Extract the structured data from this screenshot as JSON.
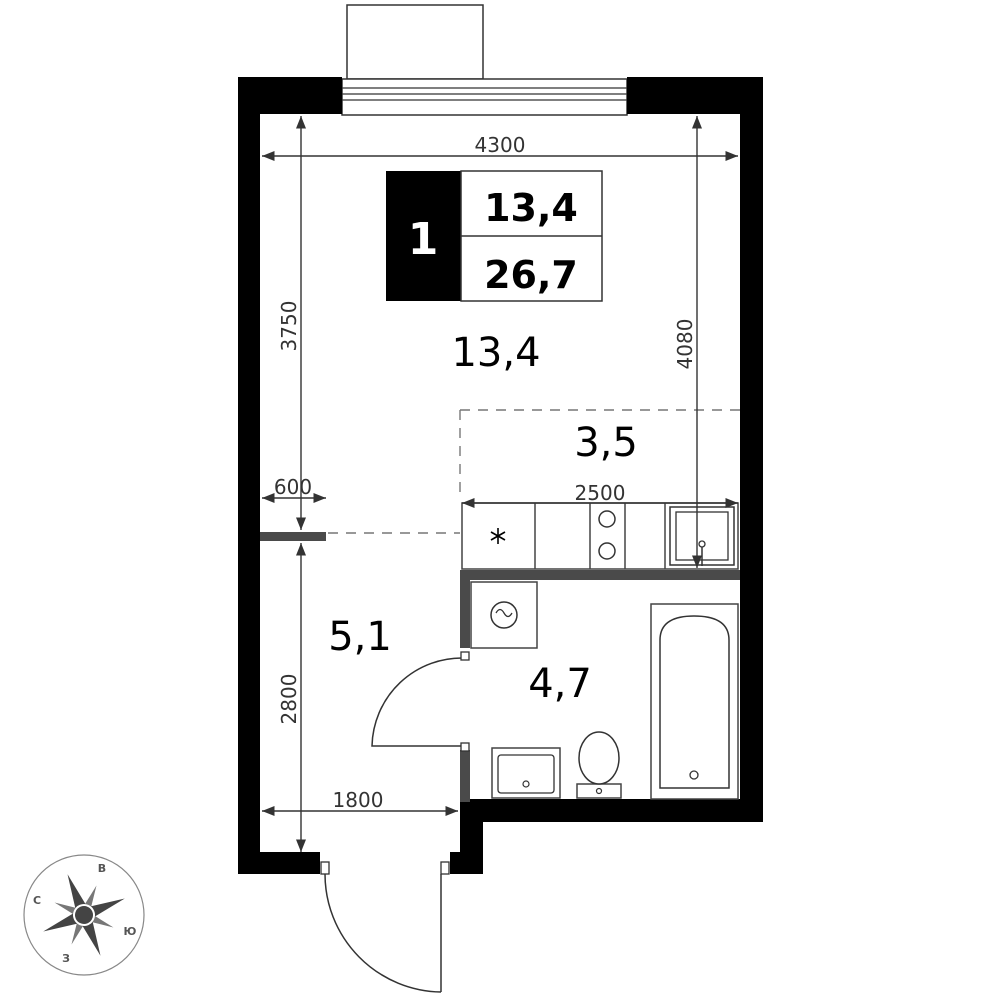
{
  "badge": {
    "rooms": "1",
    "living_area": "13,4",
    "total_area": "26,7"
  },
  "rooms": {
    "living": "13,4",
    "kitchen": "3,5",
    "hall": "5,1",
    "bathroom": "4,7"
  },
  "dimensions": {
    "width_total": "4300",
    "living_depth": "3750",
    "right_depth": "4080",
    "wall_offset": "600",
    "kitchen_width": "2500",
    "hall_depth": "2800",
    "hall_width": "1800"
  },
  "compass": {
    "north": "С",
    "east": "В",
    "south": "Ю",
    "west": "З"
  },
  "colors": {
    "wall": "#000000",
    "partition": "#4a4a4a",
    "dimension": "#333333"
  }
}
